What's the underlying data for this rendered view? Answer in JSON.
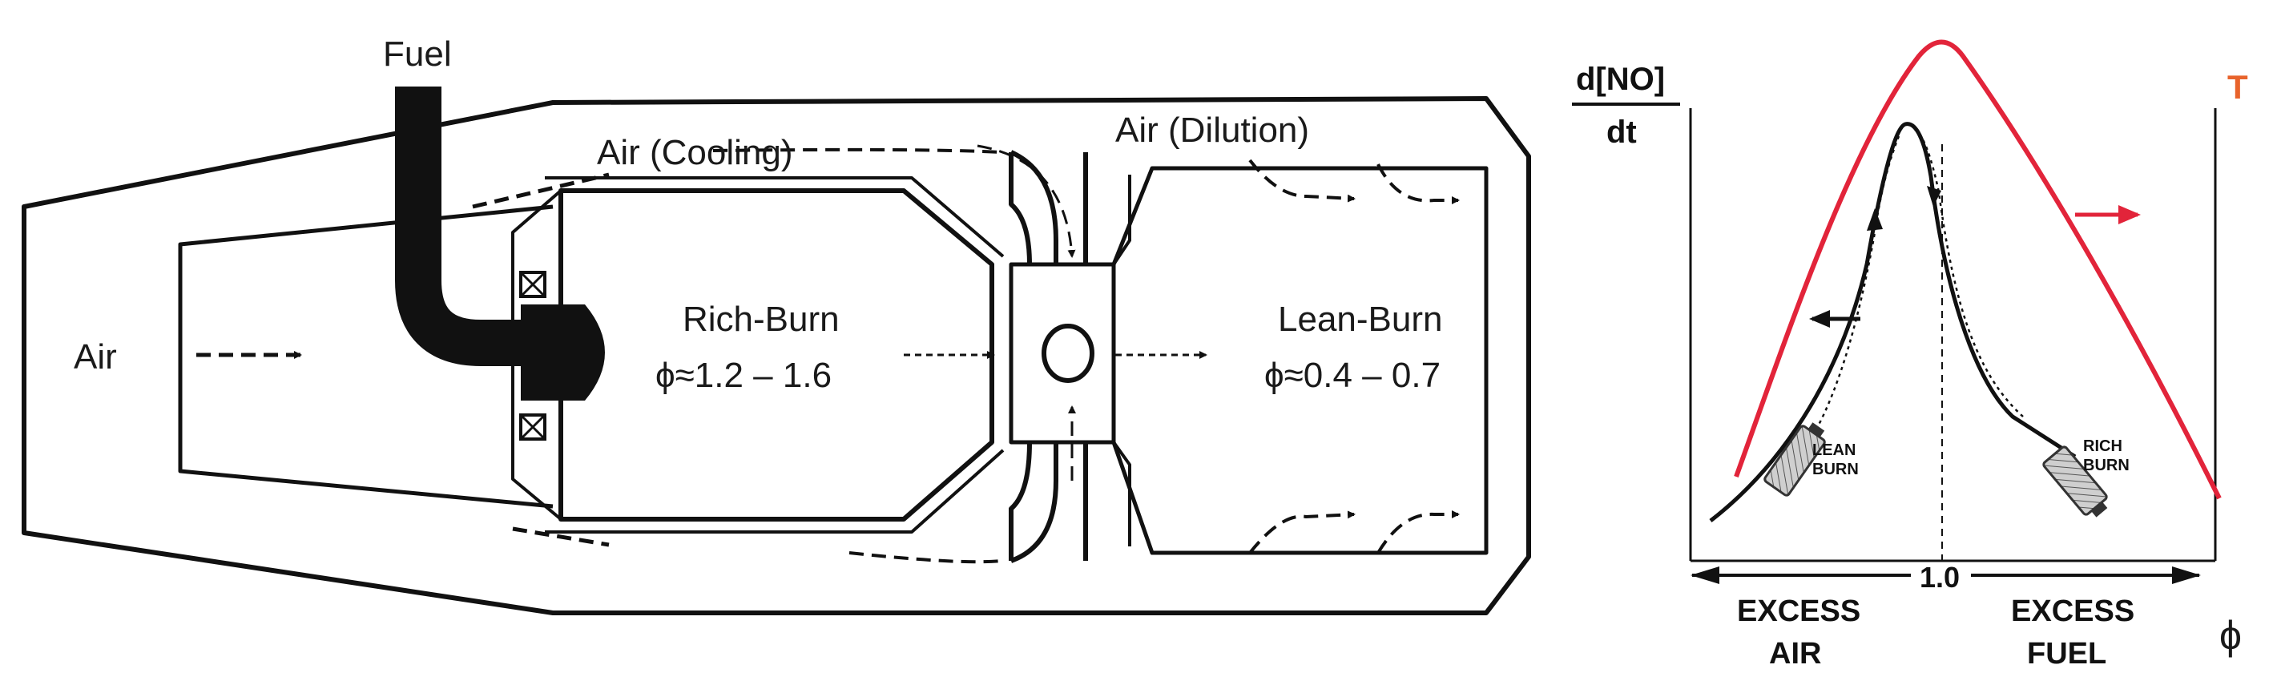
{
  "combustor": {
    "fuel_label": "Fuel",
    "air_inlet_label": "Air",
    "air_cooling_label": "Air (Cooling)",
    "air_dilution_label": "Air (Dilution)",
    "rich_zone": {
      "title": "Rich-Burn",
      "range": "ϕ≈1.2 – 1.6"
    },
    "lean_zone": {
      "title": "Lean-Burn",
      "range": "ϕ≈0.4 – 0.7"
    }
  },
  "plot": {
    "ylabel_top": "d[NO]",
    "ylabel_bottom": "dt",
    "temperature_label": "T",
    "x_mark": "1.0",
    "x_symbol": "ϕ",
    "left_label_line1": "EXCESS",
    "left_label_line2": "AIR",
    "right_label_line1": "EXCESS",
    "right_label_line2": "FUEL",
    "lean_tag_line1": "LEAN",
    "lean_tag_line2": "BURN",
    "rich_tag_line1": "RICH",
    "rich_tag_line2": "BURN",
    "colors": {
      "temperature": "#e2243a",
      "no_rate": "#111111",
      "axis_label_T": "#e8632b"
    }
  }
}
